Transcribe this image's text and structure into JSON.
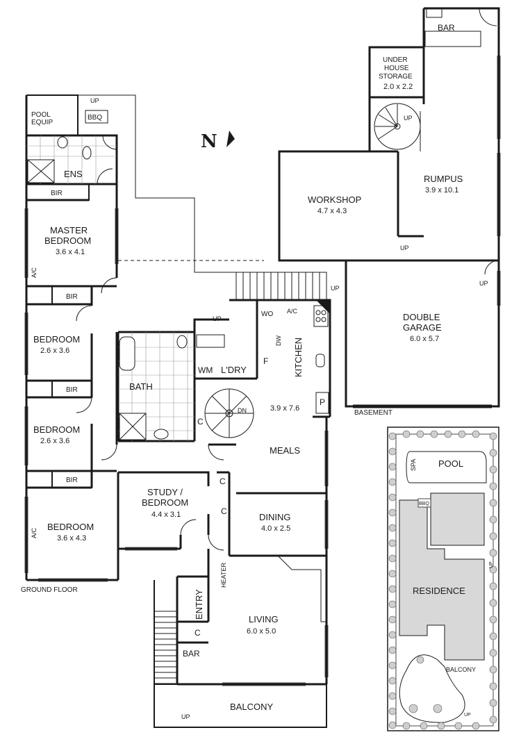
{
  "north": "N",
  "rooms": {
    "pool_equip": [
      "POOL",
      "EQUIP"
    ],
    "bbq": "BBQ",
    "ens": "ENS",
    "bir": "BIR",
    "master": [
      "MASTER",
      "BEDROOM"
    ],
    "master_dim": "3.6 x 4.1",
    "bed2": "BEDROOM",
    "bed2_dim": "2.6 x 3.6",
    "bed3": "BEDROOM",
    "bed3_dim": "2.6 x 3.6",
    "bed4": "BEDROOM",
    "bed4_dim": "3.6 x 4.3",
    "study": [
      "STUDY /",
      "BEDROOM"
    ],
    "study_dim": "4.4 x 3.1",
    "bath": "BATH",
    "wm": "WM",
    "laundry": "L'DRY",
    "kitchen": "KITCHEN",
    "kitchen_dim": "3.9 x 7.6",
    "meals": "MEALS",
    "dining": "DINING",
    "dining_dim": "4.0 x 2.5",
    "living": "LIVING",
    "living_dim": "6.0 x 5.0",
    "entry": "ENTRY",
    "heater": "HEATER",
    "bar": "BAR",
    "balcony": "BALCONY",
    "wo": "WO",
    "ac": "A/C",
    "dw": "DW",
    "f": "F",
    "p": "P",
    "c": "C",
    "dn": "DN",
    "up": "UP",
    "ground_floor": "GROUND FLOOR"
  },
  "basement": {
    "bar": "BAR",
    "storage": [
      "UNDER",
      "HOUSE",
      "STORAGE"
    ],
    "storage_dim": "2.0 x 2.2",
    "rumpus": "RUMPUS",
    "rumpus_dim": "3.9 x 10.1",
    "workshop": "WORKSHOP",
    "workshop_dim": "4.7 x 4.3",
    "garage": [
      "DOUBLE",
      "GARAGE"
    ],
    "garage_dim": "6.0 x 5.7",
    "label": "BASEMENT"
  },
  "site": {
    "spa": "SPA",
    "pool": "POOL",
    "bbq": "BBQ",
    "residence": "RESIDENCE",
    "balcony": "BALCONY",
    "up": "UP"
  }
}
